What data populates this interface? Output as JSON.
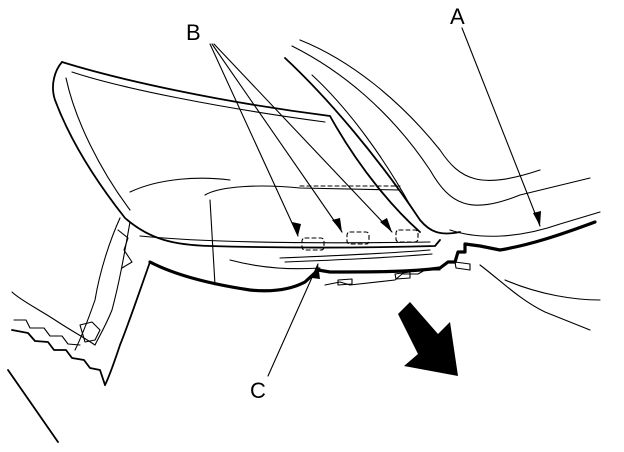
{
  "diagram": {
    "callouts": {
      "a": "A",
      "b": "B",
      "c": "C"
    },
    "colors": {
      "ink": "#000000",
      "paper": "#ffffff"
    },
    "icons": {
      "direction_arrow": "removal-direction-arrow-icon"
    }
  }
}
